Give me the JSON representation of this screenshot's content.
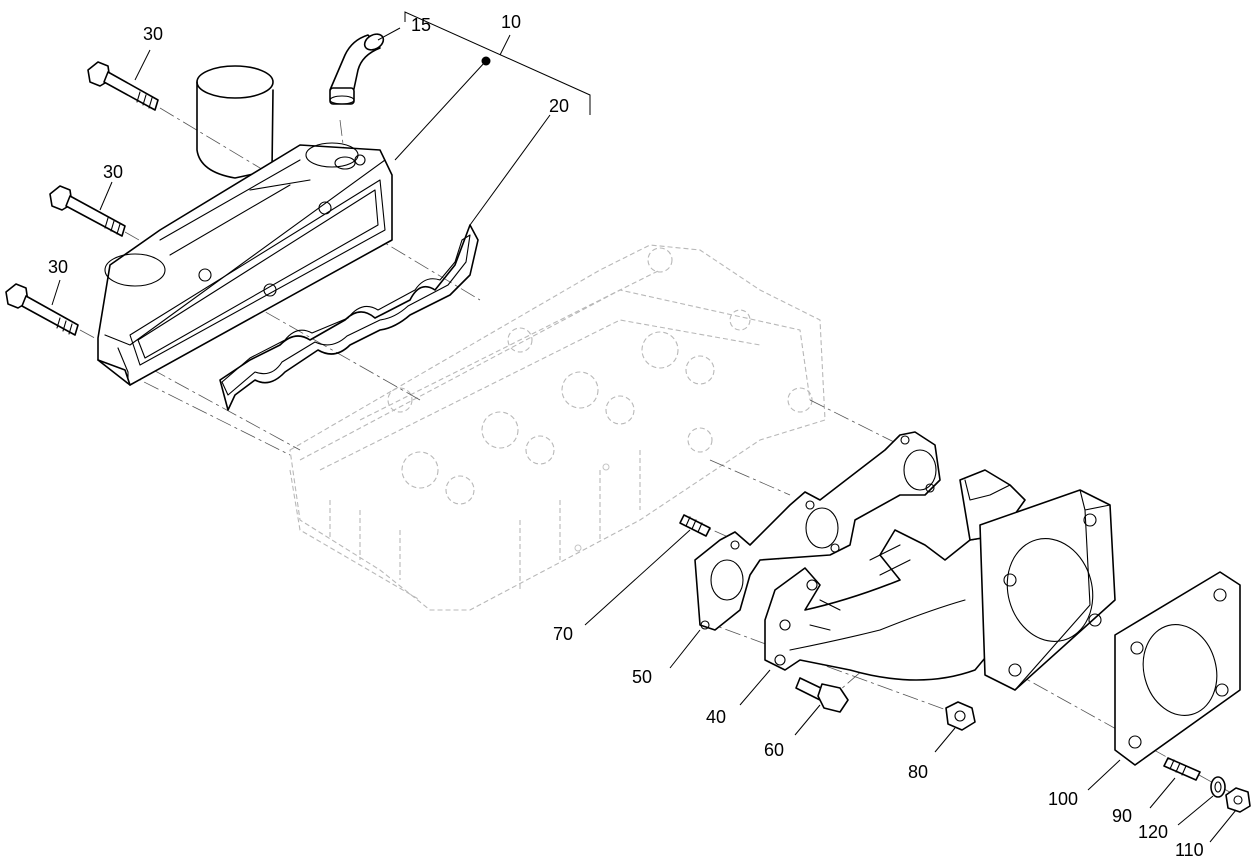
{
  "callouts": [
    {
      "id": "c15",
      "label": "15"
    },
    {
      "id": "c10",
      "label": "10"
    },
    {
      "id": "c20",
      "label": "20"
    },
    {
      "id": "c30a",
      "label": "30"
    },
    {
      "id": "c30b",
      "label": "30"
    },
    {
      "id": "c30c",
      "label": "30"
    },
    {
      "id": "c70",
      "label": "70"
    },
    {
      "id": "c50",
      "label": "50"
    },
    {
      "id": "c40",
      "label": "40"
    },
    {
      "id": "c60",
      "label": "60"
    },
    {
      "id": "c80",
      "label": "80"
    },
    {
      "id": "c100",
      "label": "100"
    },
    {
      "id": "c90",
      "label": "90"
    },
    {
      "id": "c120",
      "label": "120"
    },
    {
      "id": "c110",
      "label": "110"
    }
  ]
}
